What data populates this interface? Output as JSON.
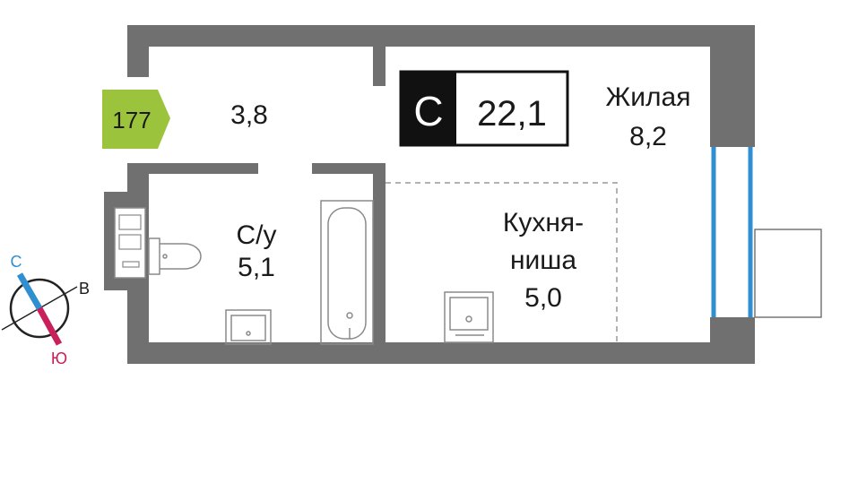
{
  "apartment": {
    "number": "177",
    "type_letter": "С",
    "total_area": "22,1"
  },
  "rooms": {
    "hall_area": "3,8",
    "living_label": "Жилая",
    "living_area": "8,2",
    "bathroom_label": "С/у",
    "bathroom_area": "5,1",
    "kitchen_label_line1": "Кухня-",
    "kitchen_label_line2": "ниша",
    "kitchen_area": "5,0"
  },
  "compass": {
    "north": "С",
    "east": "В",
    "south": "Ю"
  },
  "colors": {
    "wall": "#707070",
    "badge": "#9bc43c",
    "window": "#2f8fd1",
    "compass_north": "#2f8fd1",
    "compass_south": "#c8205a",
    "type_box": "#111111"
  }
}
